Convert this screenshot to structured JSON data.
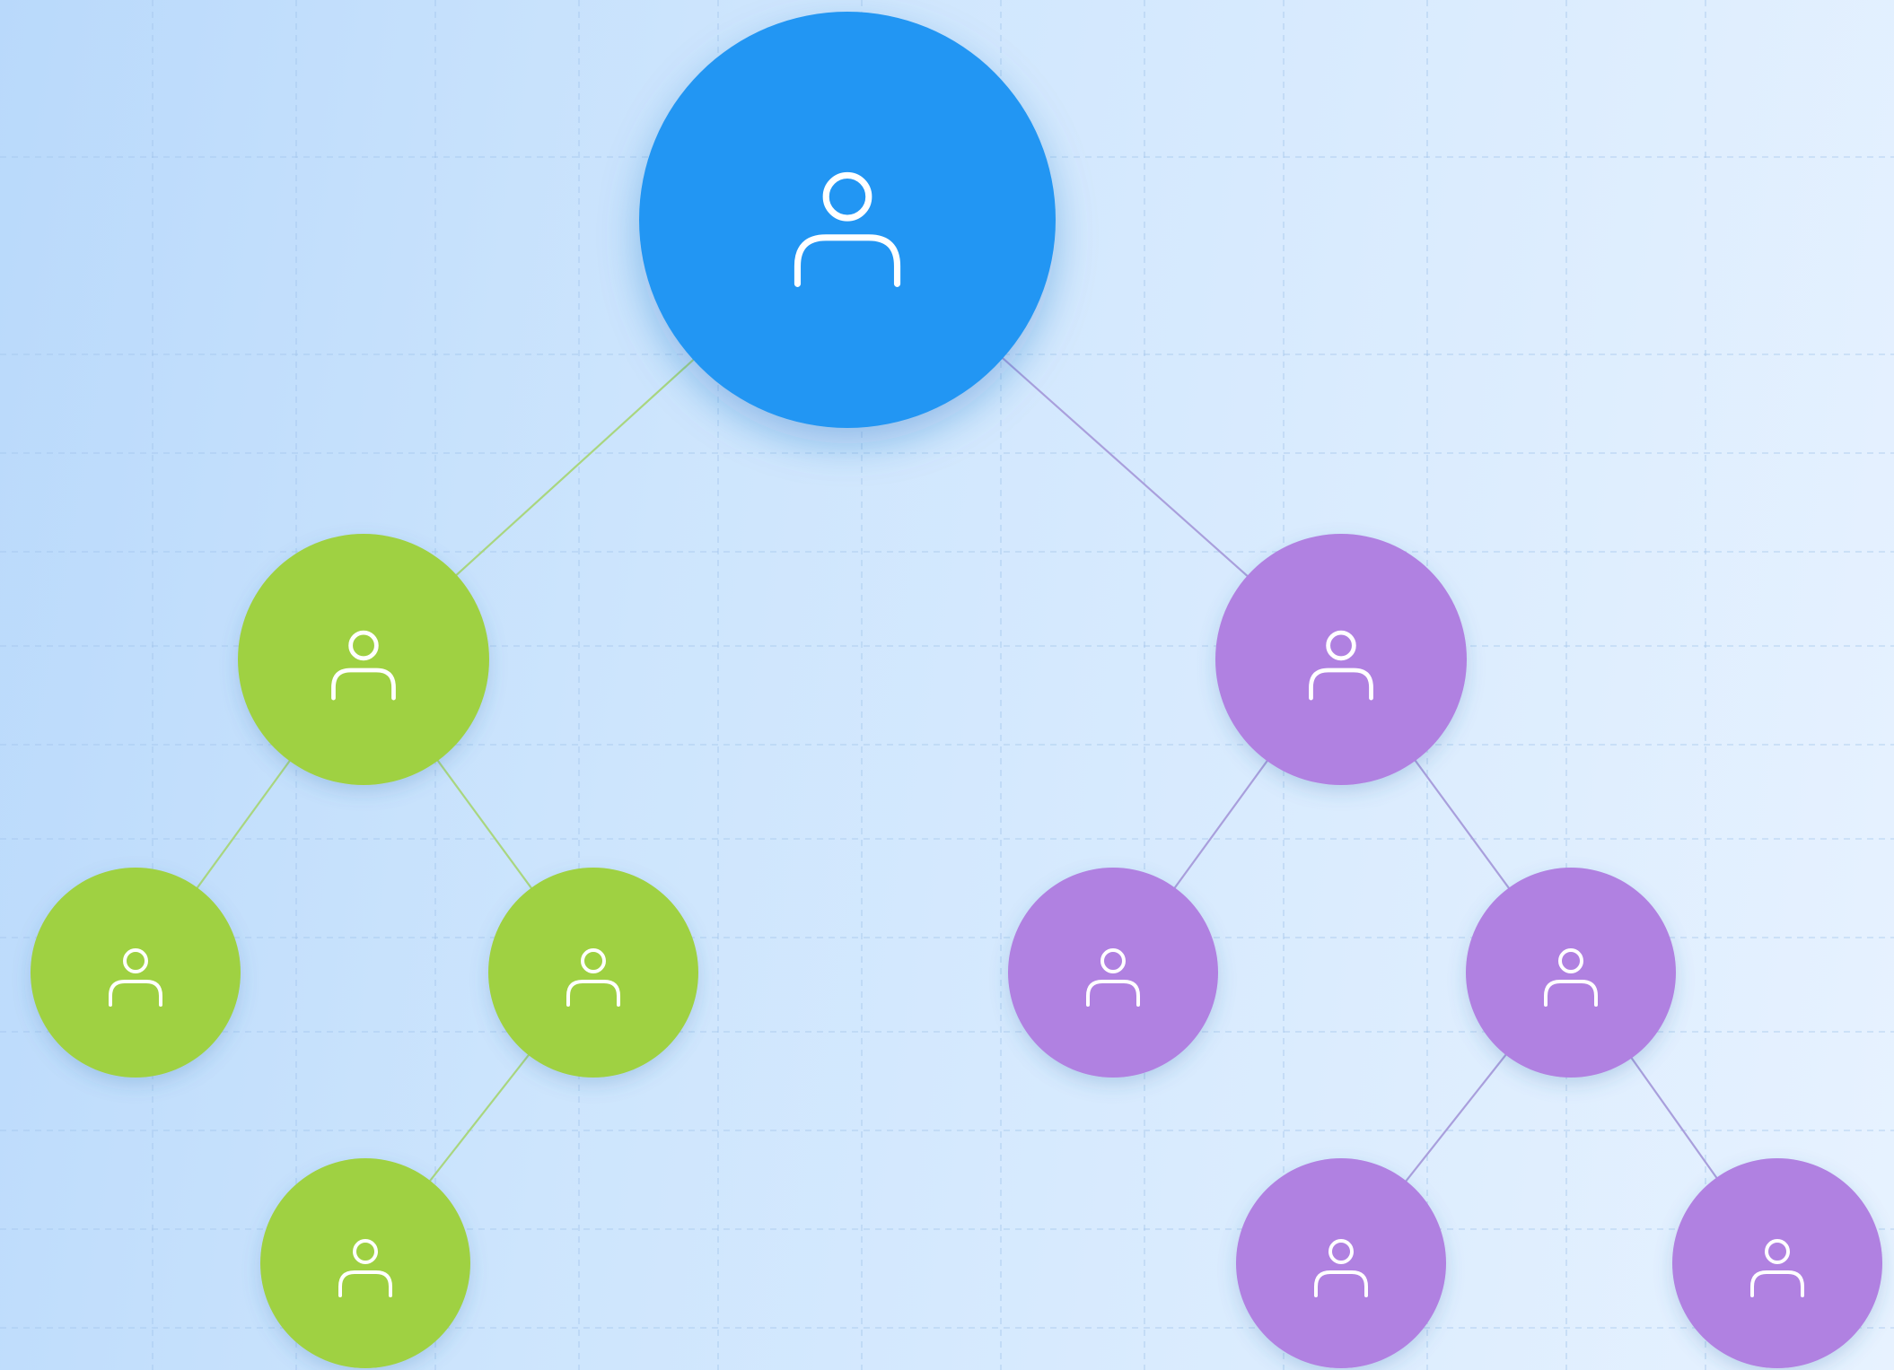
{
  "diagram": {
    "type": "tree",
    "icon": "person-icon",
    "colors": {
      "root": "#2196f3",
      "left_branch": "#9fd142",
      "right_branch": "#b081e1",
      "left_edge": "#a9d67f",
      "right_edge": "#a99fdc",
      "grid": "#9fc2ea"
    },
    "nodes": [
      {
        "id": "root",
        "branch": "root",
        "parent": null
      },
      {
        "id": "left",
        "branch": "left_branch",
        "parent": "root"
      },
      {
        "id": "right",
        "branch": "right_branch",
        "parent": "root"
      },
      {
        "id": "left-left",
        "branch": "left_branch",
        "parent": "left"
      },
      {
        "id": "left-right",
        "branch": "left_branch",
        "parent": "left"
      },
      {
        "id": "left-right-child",
        "branch": "left_branch",
        "parent": "left-right"
      },
      {
        "id": "right-left",
        "branch": "right_branch",
        "parent": "right"
      },
      {
        "id": "right-right",
        "branch": "right_branch",
        "parent": "right"
      },
      {
        "id": "right-right-left",
        "branch": "right_branch",
        "parent": "right-right"
      },
      {
        "id": "right-right-right",
        "branch": "right_branch",
        "parent": "right-right"
      }
    ]
  }
}
